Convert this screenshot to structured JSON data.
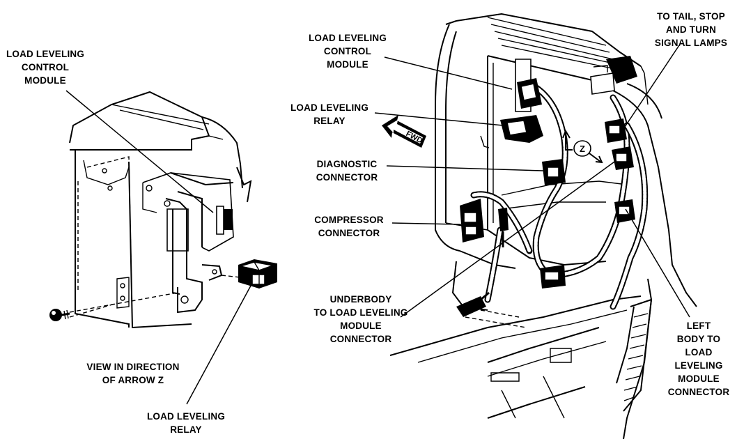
{
  "labels": {
    "left_control_module": [
      "LOAD LEVELING",
      "CONTROL",
      "MODULE"
    ],
    "view_direction": [
      "VIEW IN DIRECTION",
      "OF ARROW Z"
    ],
    "left_relay": [
      "LOAD LEVELING",
      "RELAY"
    ],
    "right_control_module": [
      "LOAD LEVELING",
      "CONTROL",
      "MODULE"
    ],
    "right_relay": [
      "LOAD LEVELING",
      "RELAY"
    ],
    "diagnostic_connector": [
      "DIAGNOSTIC",
      "CONNECTOR"
    ],
    "compressor_connector": [
      "COMPRESSOR",
      "CONNECTOR"
    ],
    "underbody_connector": [
      "UNDERBODY",
      "TO LOAD LEVELING",
      "MODULE",
      "CONNECTOR"
    ],
    "tail_lamps": [
      "TO TAIL, STOP",
      "AND TURN",
      "SIGNAL LAMPS"
    ],
    "left_body_connector": [
      "LEFT",
      "BODY TO",
      "LOAD",
      "LEVELING",
      "MODULE",
      "CONNECTOR"
    ]
  },
  "markers": {
    "fwd_arrow": "FWD",
    "z_arrow": "Z"
  }
}
